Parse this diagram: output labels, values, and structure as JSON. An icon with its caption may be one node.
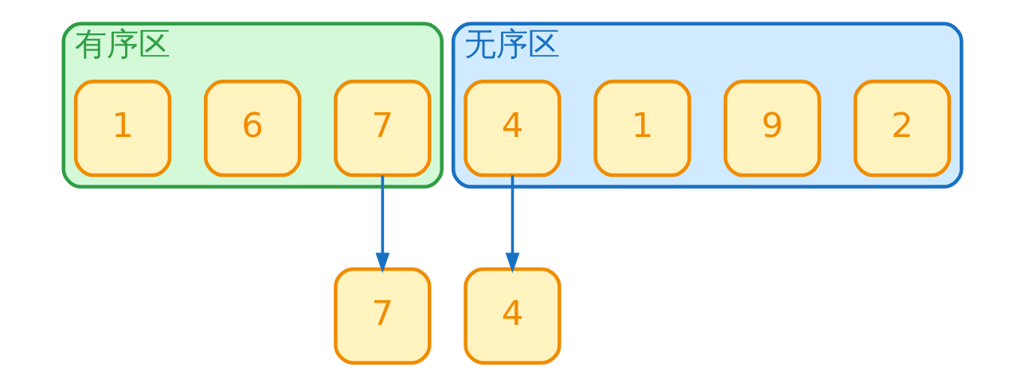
{
  "diagram": {
    "nodes": [
      {
        "text": [
          "有序区"
        ]
      },
      {
        "text": [
          "1"
        ],
        "in": 0
      },
      {
        "text": [
          "6"
        ],
        "in": 0
      },
      {
        "text": [
          "7"
        ],
        "in": 0
      },
      {
        "text": [
          "无序区"
        ]
      },
      {
        "text": [
          "4"
        ],
        "in": 4
      },
      {
        "text": [
          "1"
        ],
        "in": 4
      },
      {
        "text": [
          "9"
        ],
        "in": 4
      },
      {
        "text": [
          "2"
        ],
        "in": 4
      },
      {
        "text": [
          "7"
        ]
      },
      {
        "text": [
          "4"
        ]
      }
    ],
    "edges": [
      {
        "from": 3,
        "to": 9,
        "arrow": "to"
      },
      {
        "from": 5,
        "to": 10,
        "arrow": "to"
      }
    ]
  }
}
